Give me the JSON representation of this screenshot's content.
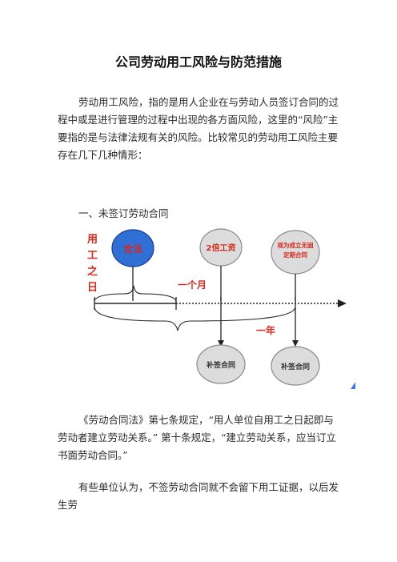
{
  "doc": {
    "title": "公司劳动用工风险与防范措施",
    "intro": "劳动用工风险，指的是用人企业在与劳动人员签订合同的过程中或是进行管理的过程中出现的各方面风险，这里的“风险”主要指的是与法律法规有关的风险。比较常见的劳动用工风险主要存在几下几种情形：",
    "section1": "一、未签订劳动合同",
    "quote": "《劳动合同法》第七条规定，“用人单位自用工之日起即与劳动者建立劳动关系。” 第十条规定，“建立劳动关系，应当订立书面劳动合同。”",
    "last": "有些单位认为，不签劳动合同就不会留下用工证据，以后发生劳"
  },
  "diagram": {
    "start_label": "用工之日",
    "legal_label": "合法",
    "double_wage_label": "2倍工资",
    "open_contract_label": "视为成立无固定期合同",
    "one_month_label": "一个月",
    "one_year_label": "一年",
    "sign_contract_1": "补签合同",
    "sign_contract_2": "补签合同",
    "colors": {
      "red": "#d42a1e",
      "blue_fill": "#2f6fd6",
      "gray_fill": "#dcdcdc",
      "gray_stroke": "#8a8a8a"
    }
  }
}
